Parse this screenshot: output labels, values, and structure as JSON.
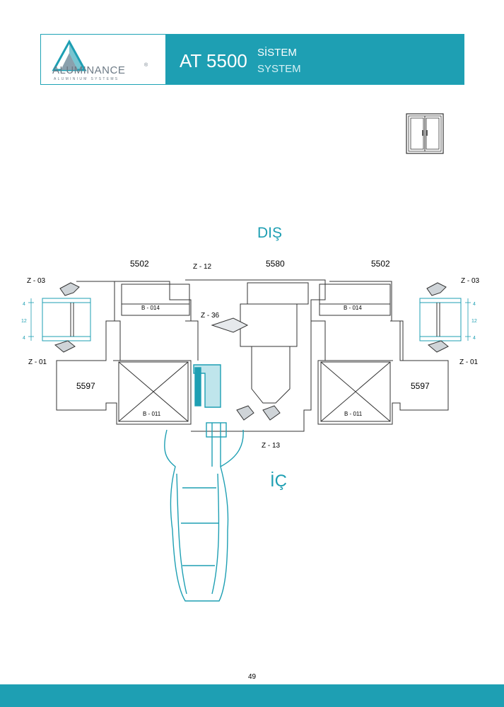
{
  "header": {
    "logo_text": "ALUMINANCE",
    "logo_mark": "®",
    "logo_subtext": "ALUMINIUM SYSTEMS",
    "title": "AT 5500",
    "subtitle_tr": "SİSTEM",
    "subtitle_en": "SYSTEM"
  },
  "diagram": {
    "label_outside": "DIŞ",
    "label_inside": "İÇ",
    "profiles": {
      "left_sash": "5502",
      "center": "5580",
      "right_sash": "5502",
      "left_frame": "5597",
      "right_frame": "5597"
    },
    "parts": {
      "z03_left": "Z - 03",
      "z03_right": "Z - 03",
      "z01_left": "Z - 01",
      "z01_right": "Z - 01",
      "z12": "Z - 12",
      "z36": "Z - 36",
      "z13": "Z - 13",
      "b014_left": "B - 014",
      "b014_right": "B - 014",
      "b011_left": "B - 011",
      "b011_right": "B - 011"
    },
    "glass_dims": {
      "top": "4",
      "middle": "12",
      "bottom": "4"
    }
  },
  "footer": {
    "page_number": "49"
  },
  "colors": {
    "accent": "#1e9fb3",
    "line": "#333333",
    "handle": "#1e9fb3"
  }
}
